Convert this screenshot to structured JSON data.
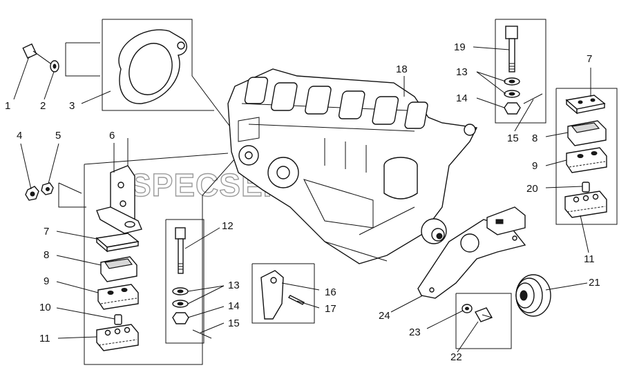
{
  "watermark": "SPECSERVER.COM",
  "callouts": {
    "c1": "1",
    "c2": "2",
    "c3": "3",
    "c4": "4",
    "c5": "5",
    "c6": "6",
    "c7a": "7",
    "c8a": "8",
    "c9a": "9",
    "c10": "10",
    "c11a": "11",
    "c12": "12",
    "c13a": "13",
    "c14a": "14",
    "c15a": "15",
    "c16": "16",
    "c17": "17",
    "c18": "18",
    "c19": "19",
    "c13b": "13",
    "c14b": "14",
    "c15b": "15",
    "c7b": "7",
    "c8b": "8",
    "c9b": "9",
    "c20": "20",
    "c11b": "11",
    "c21": "21",
    "c22": "22",
    "c23": "23",
    "c24": "24"
  }
}
